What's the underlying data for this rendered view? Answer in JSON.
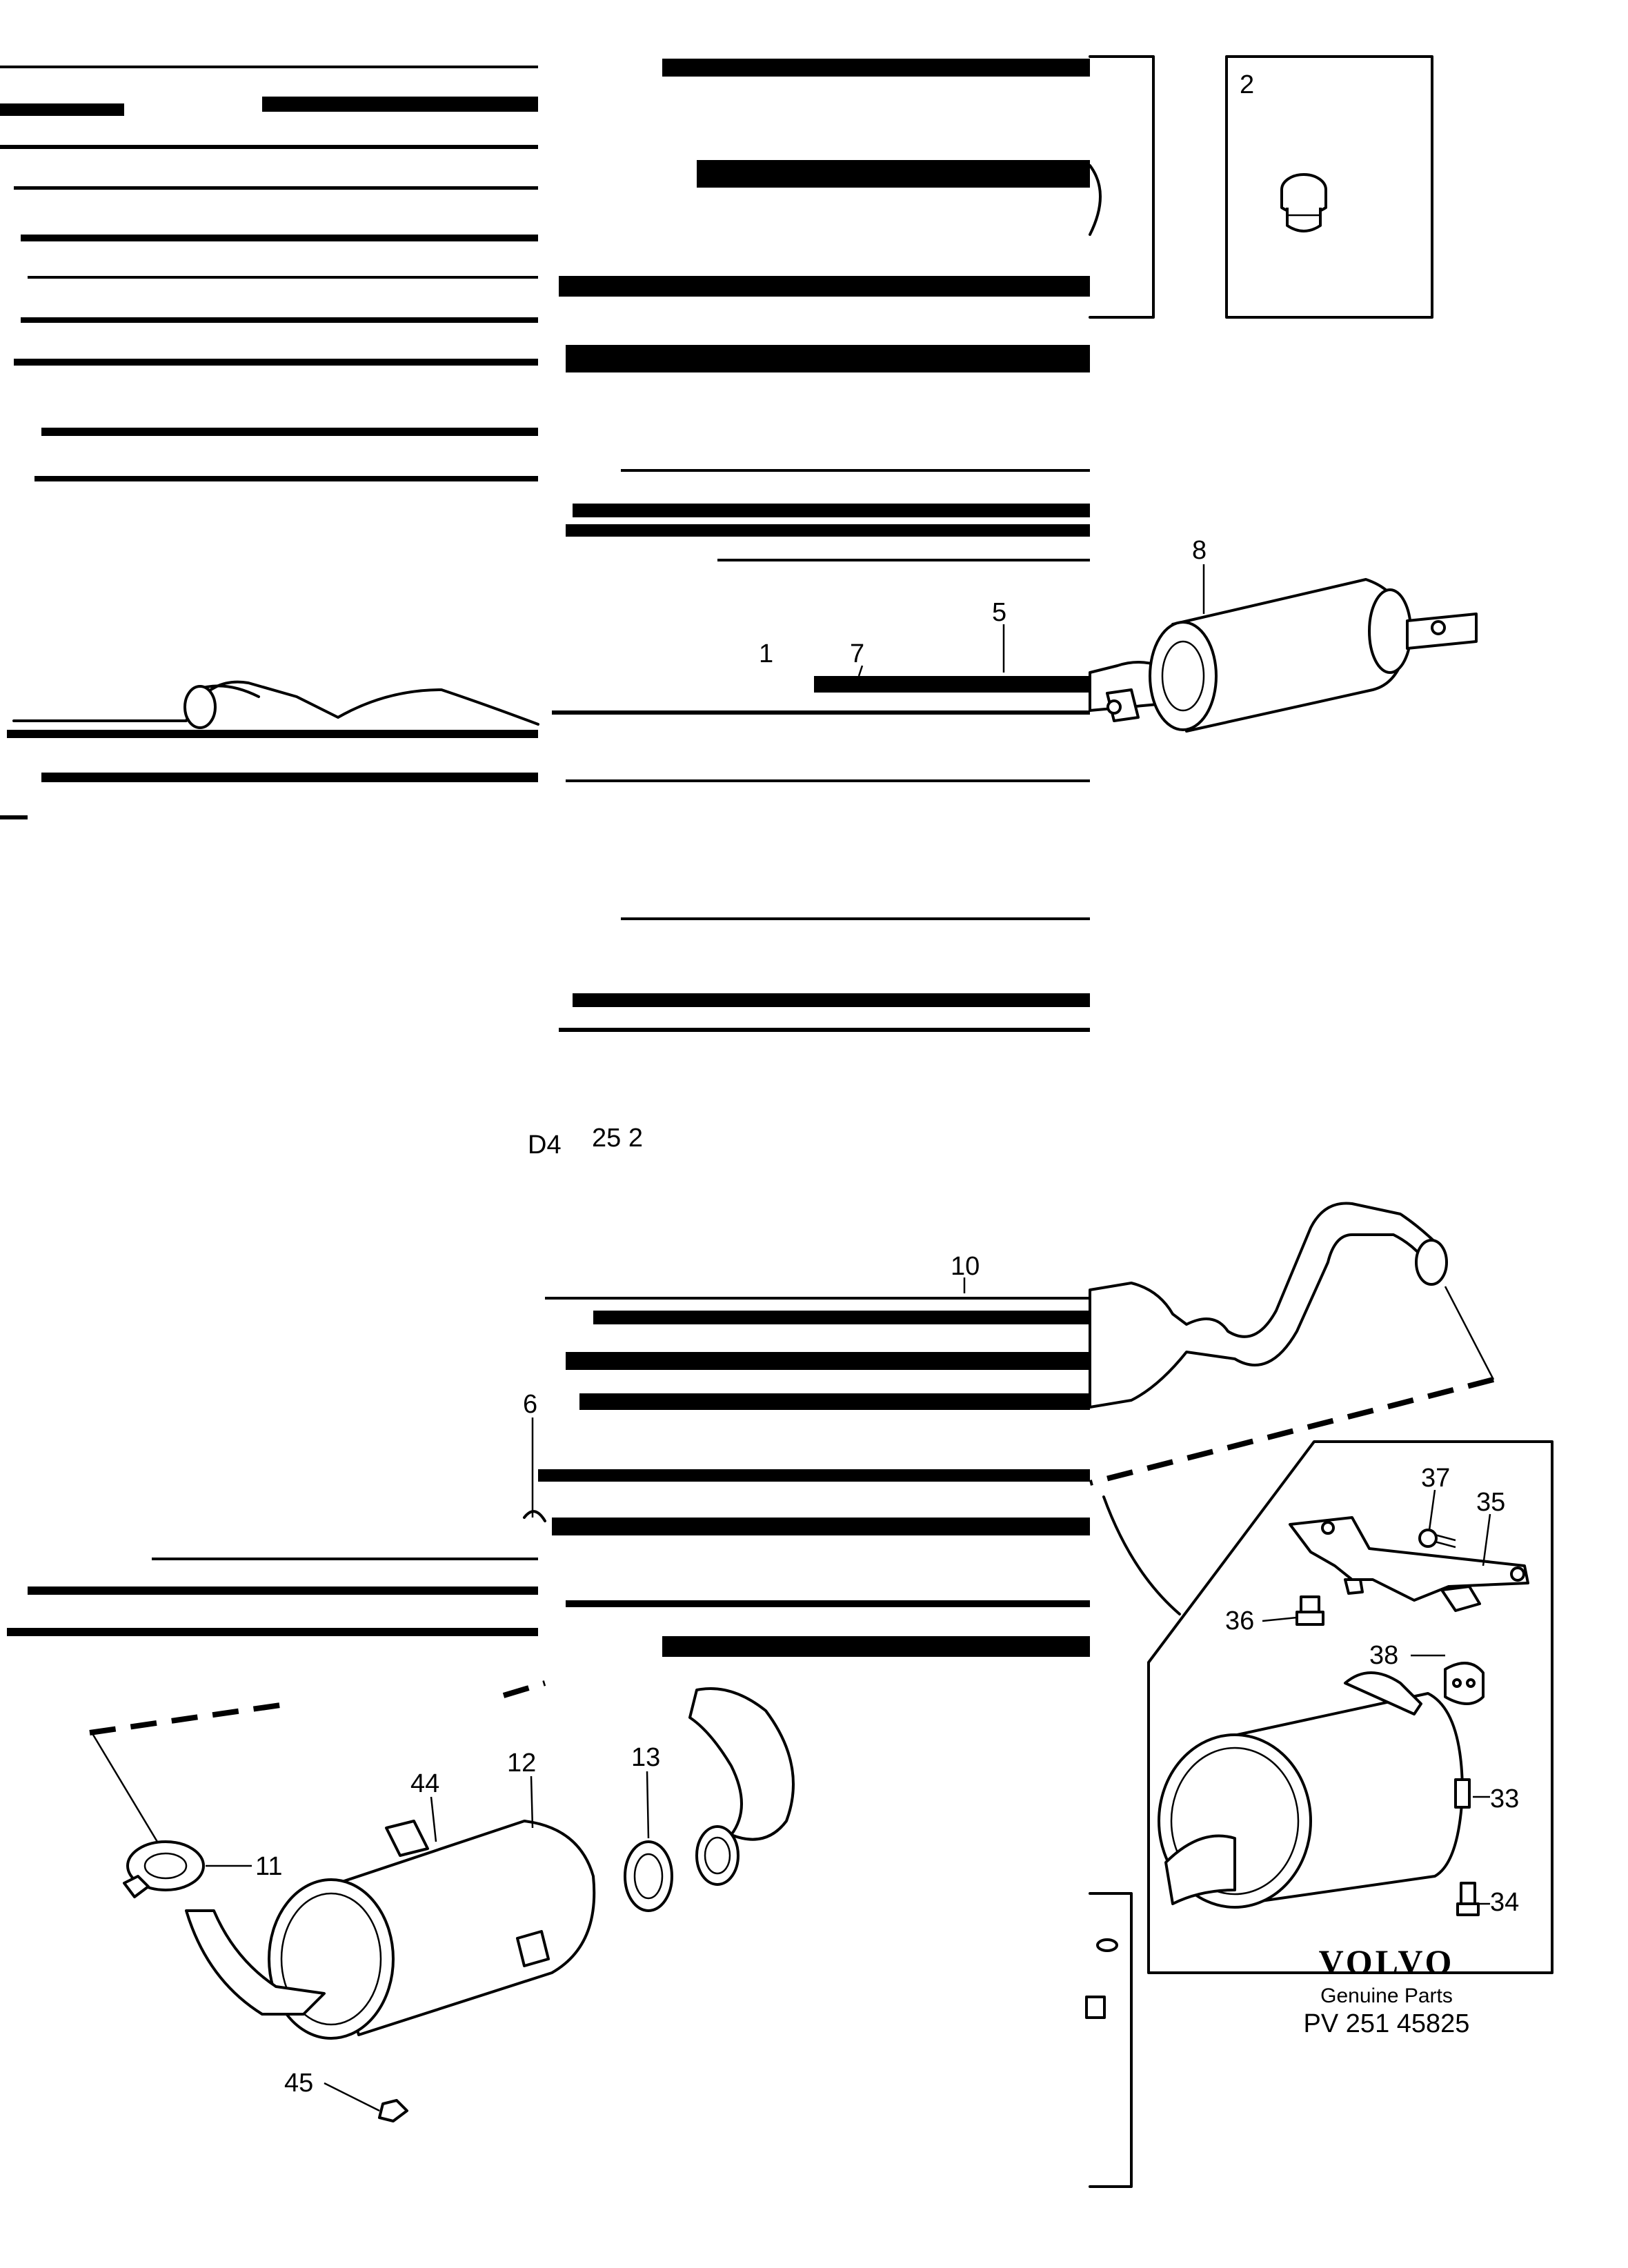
{
  "callouts": [
    "1",
    "2",
    "5",
    "6",
    "7",
    "8",
    "10",
    "11",
    "12",
    "13",
    "33",
    "34",
    "35",
    "36",
    "37",
    "38",
    "44",
    "45"
  ],
  "fragment_text": [
    "D4",
    "25 2"
  ],
  "branding": {
    "logo": "VOLVO",
    "subtitle": "Genuine Parts",
    "part_number": "PV 251 45825"
  }
}
